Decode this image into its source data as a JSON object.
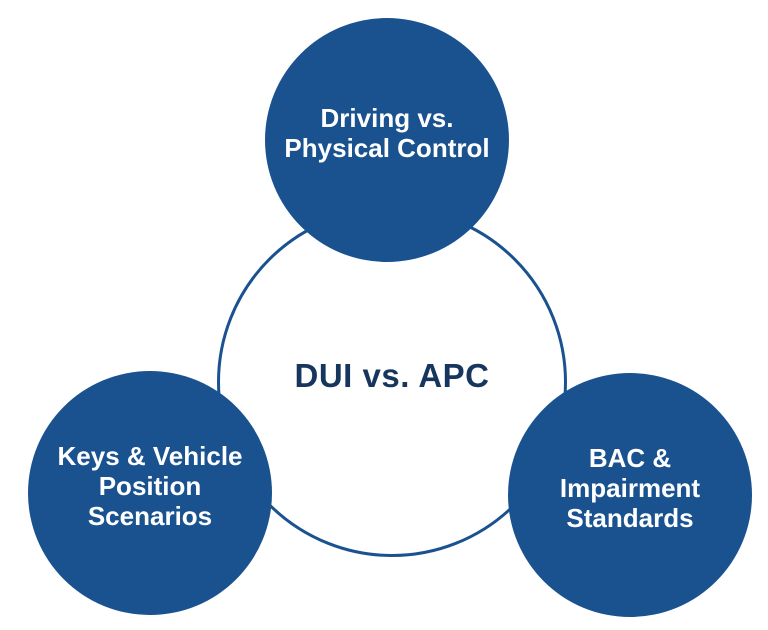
{
  "diagram": {
    "center_label": "DUI vs. APC",
    "nodes": {
      "top": {
        "lines": [
          "Driving vs.",
          "Physical Control"
        ]
      },
      "left": {
        "lines": [
          "Keys & Vehicle",
          "Position",
          "Scenarios"
        ]
      },
      "right": {
        "lines": [
          "BAC &",
          "Impairment",
          "Standards"
        ]
      }
    },
    "colors": {
      "node_fill": "#1a5290",
      "node_text": "#ffffff",
      "ring_stroke": "#1a5290",
      "center_text": "#17365e",
      "background": "#ffffff"
    }
  }
}
